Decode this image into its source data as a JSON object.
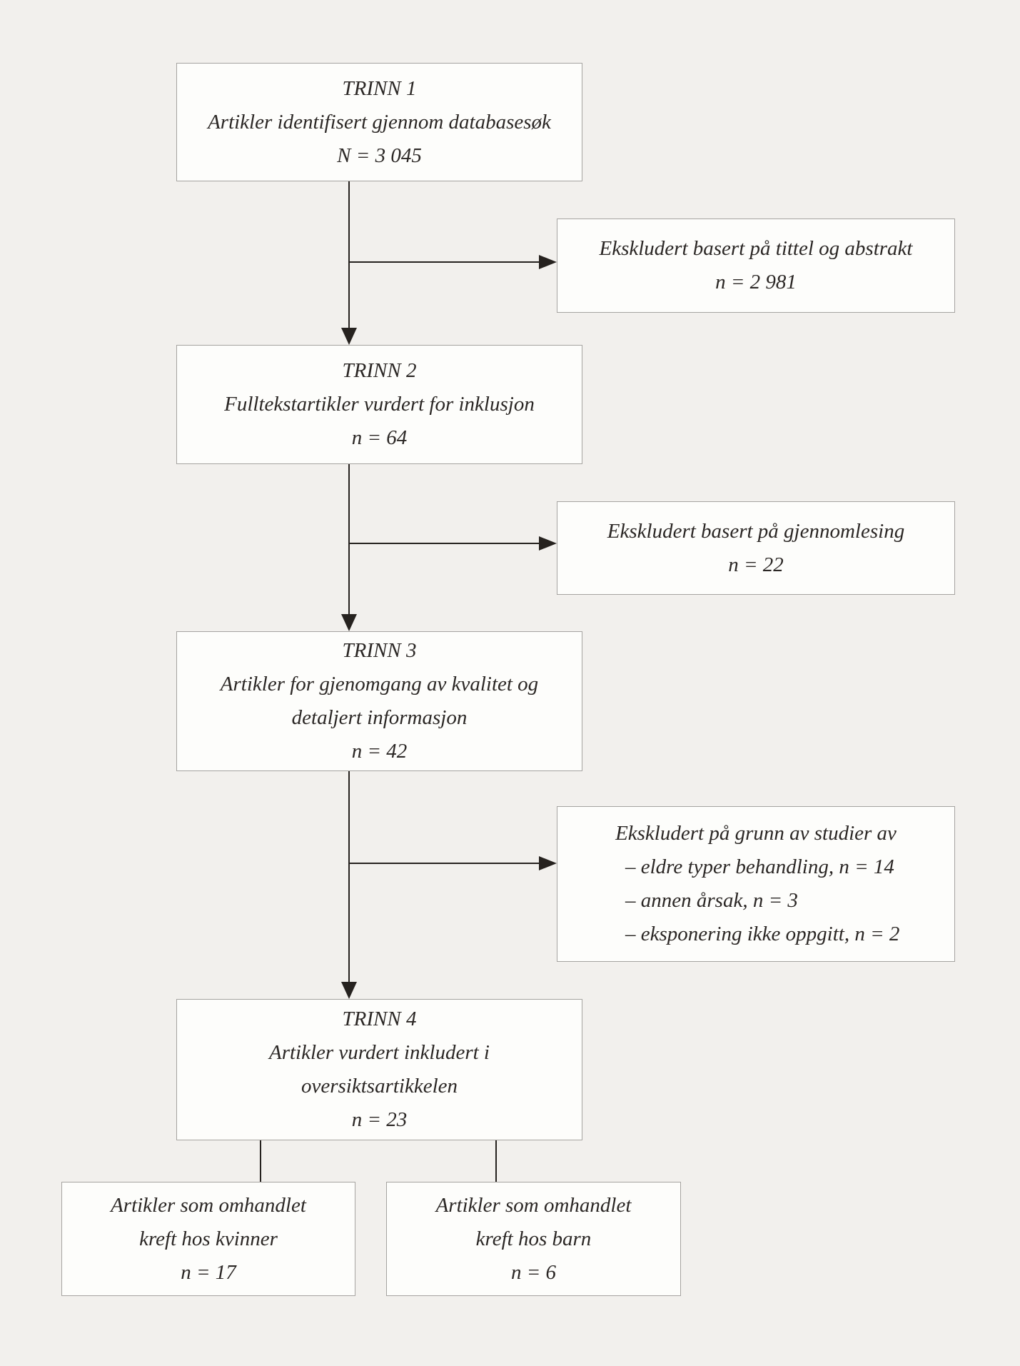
{
  "page": {
    "colors": {
      "background": "#f2f0ed",
      "box_fill": "#fdfdfb",
      "box_border": "#a5a3a0",
      "line": "#26221f",
      "text": "#2b2725"
    }
  },
  "diagram": {
    "type": "flowchart",
    "language": "no",
    "steps": [
      {
        "label": "TRINN 1",
        "desc_lines": [
          "Artikler identifisert gjennom databasesøk"
        ],
        "count": "N = 3 045"
      },
      {
        "label": "TRINN 2",
        "desc_lines": [
          "Fulltekstartikler vurdert for inklusjon"
        ],
        "count": "n = 64"
      },
      {
        "label": "TRINN 3",
        "desc_lines": [
          "Artikler for gjenomgang av kvalitet og",
          "detaljert informasjon"
        ],
        "count": "n = 42"
      },
      {
        "label": "TRINN 4",
        "desc_lines": [
          "Artikler vurdert inkludert i",
          "oversiktsartikkelen"
        ],
        "count": "n = 23"
      }
    ],
    "exclusions": [
      {
        "text": "Ekskludert basert på tittel og abstrakt",
        "count": "n = 2 981"
      },
      {
        "text": "Ekskludert basert på gjennomlesing",
        "count": "n = 22"
      },
      {
        "title": "Ekskludert på grunn av studier av",
        "items": [
          "– eldre typer behandling, n = 14",
          "– annen årsak, n = 3",
          "– eksponering ikke oppgitt, n = 2"
        ]
      }
    ],
    "outcomes": [
      {
        "line1": "Artikler som omhandlet",
        "line2": "kreft hos kvinner",
        "count": "n = 17"
      },
      {
        "line1": "Artikler som omhandlet",
        "line2": "kreft hos barn",
        "count": "n = 6"
      }
    ]
  }
}
